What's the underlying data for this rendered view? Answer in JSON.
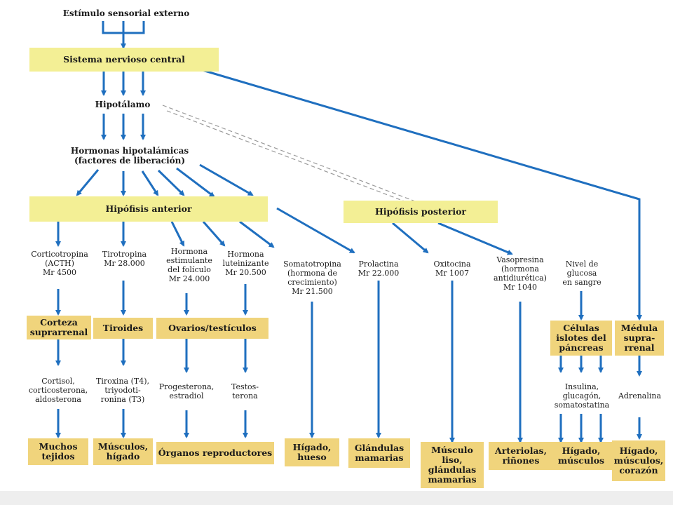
{
  "title_top": "Estímulo sensorial externo",
  "snc": "Sistema nervioso central",
  "hipotalamo": "Hipotálamo",
  "hormonas_hipo": "Hormonas hipotalámicas\n(factores de liberación)",
  "hipofisis_anterior": "Hipófisis anterior",
  "hipofisis_posterior": "Hipófisis posterior",
  "hormones": {
    "acth": "Corticotropina\n(ACTH)\nMr 4500",
    "tsh": "Tirotropina\nMr 28.000",
    "fsh": "Hormona\nestimulante\ndel folículo\nMr 24.000",
    "lh": "Hormona\nluteinizante\nMr 20.500",
    "gh": "Somatotropina\n(hormona de\ncrecimiento)\nMr 21.500",
    "prl": "Prolactina\nMr 22.000",
    "oxy": "Oxitocina\nMr 1007",
    "vaso": "Vasopresina\n(hormona\nantidiurética)\nMr 1040",
    "glucosa": "Nivel de\nglucosa\nen sangre"
  },
  "glands": {
    "corteza": "Corteza\nsuprarrenal",
    "tiroides": "Tiroides",
    "ovarios": "Ovarios/testículos",
    "celulas": "Células\nislotes del\npáncreas",
    "medula": "Médula\nsupra-\nrrenal"
  },
  "secreted": {
    "cortisol": "Cortisol,\ncorticosterona,\naldosterona",
    "tiroxina": "Tiroxina (T4),\ntriyodoti-\nronina (T3)",
    "progesterona": "Progesterona,\nestradiol",
    "testosterona": "Testos-\nterona",
    "insulina": "Insulina,\nglucagón,\nsomatostatina",
    "adrenalina": "Adrenalina"
  },
  "targets": {
    "muchos": "Muchos\ntejidos",
    "musculos_higado": "Músculos,\nhígado",
    "organos": "Órganos reproductores",
    "higado_hueso": "Hígado,\nhueso",
    "glandulas": "Glándulas\nmamarias",
    "musculo_liso": "Músculo\nliso,\nglándulas\nmamarias",
    "arteriolas": "Arteriolas,\nriñones",
    "higado_musculos": "Hígado,\nmúsculos",
    "higado_corazon": "Hígado,\nmúsculos,\ncorazón"
  },
  "colors": {
    "arrow": "#1f6fbf",
    "yellow": "#f3ef95",
    "tan": "#f0d47c"
  }
}
